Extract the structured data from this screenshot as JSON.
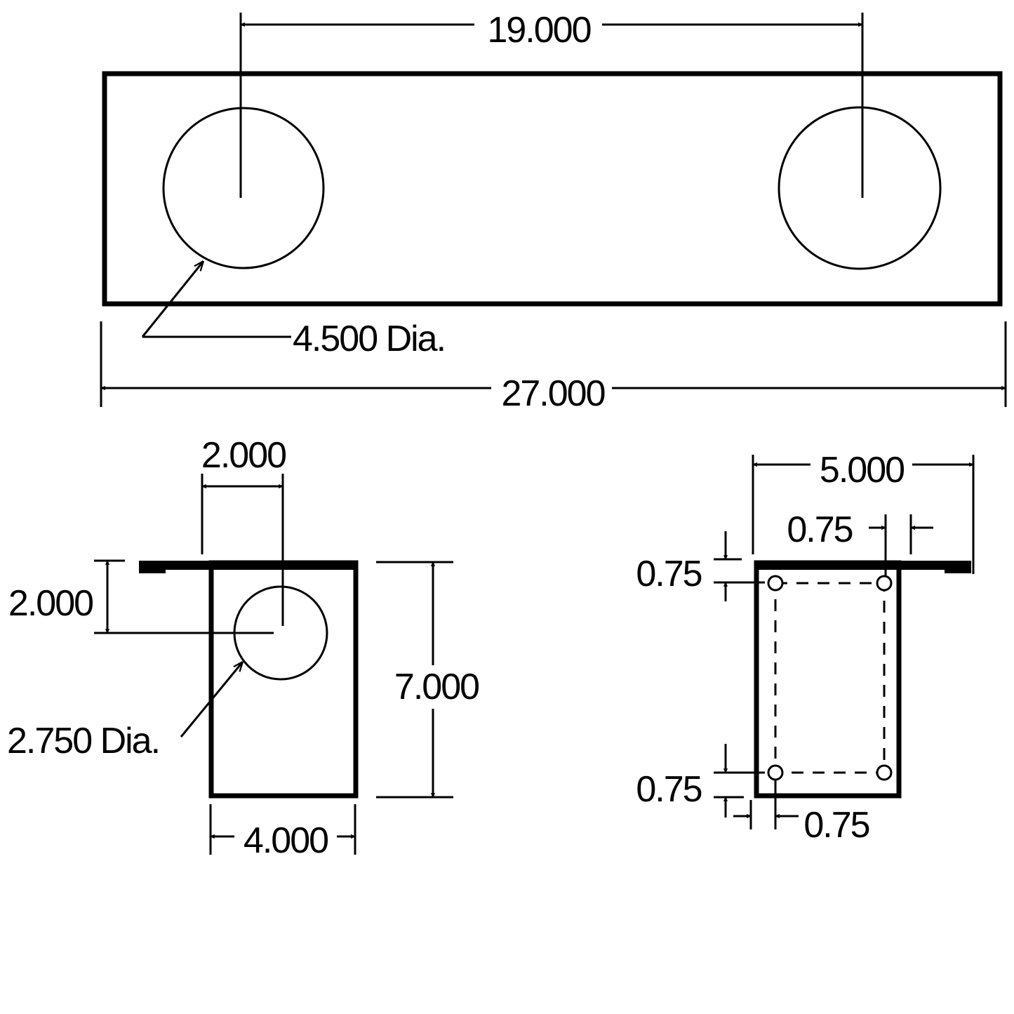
{
  "colors": {
    "line": "#000000",
    "background": "#ffffff"
  },
  "top_view": {
    "center_distance": "19.000",
    "overall_length": "27.000",
    "hole_diameter": "4.500 Dia."
  },
  "side_view": {
    "hole_offset_horizontal": "2.000",
    "hole_offset_vertical": "2.000",
    "height": "7.000",
    "width": "4.000",
    "hole_diameter": "2.750 Dia."
  },
  "end_view": {
    "width": "5.000",
    "inset_top_right": "0.75",
    "inset_top_left": "0.75",
    "inset_bottom_left": "0.75",
    "inset_bottom_horizontal": "0.75"
  }
}
